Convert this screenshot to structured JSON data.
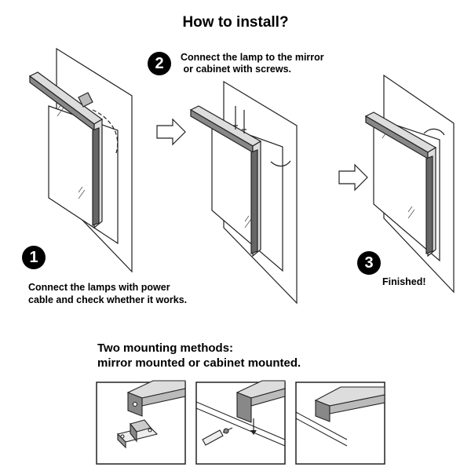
{
  "title": "How to install?",
  "steps": [
    {
      "number": "1",
      "text_lines": [
        "Connect the lamps with power",
        "cable and check whether it works."
      ]
    },
    {
      "number": "2",
      "text_lines": [
        "Connect the lamp to the mirror",
        " or cabinet with screws."
      ]
    },
    {
      "number": "3",
      "text_lines": [
        "Finished!"
      ]
    }
  ],
  "mounting": {
    "lines": [
      "Two mounting methods:",
      "mirror mounted or cabinet mounted."
    ]
  },
  "icons": [
    "arrow-right-icon",
    "lamp-icon",
    "mirror-icon",
    "screwdriver-icon",
    "bracket-icon"
  ]
}
